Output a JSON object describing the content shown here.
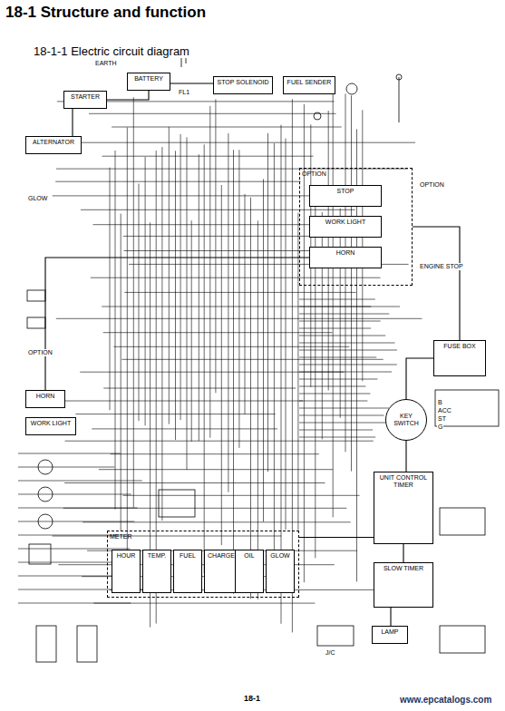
{
  "diagram": {
    "title": "18-1 Structure and function",
    "nodes": [
      {
        "text": [
          "STARTER"
        ]
      },
      {
        "text": [
          "ALTERNATOR"
        ]
      },
      {
        "text": [
          "BATTERY"
        ]
      },
      {
        "text": [
          "STOP SOLENOID"
        ]
      },
      {
        "text": [
          "FUEL SENDER"
        ]
      },
      {
        "text": [
          "OPTION"
        ]
      },
      {
        "text": [
          "STOP"
        ],
        "in": 5
      },
      {
        "text": [
          "WORK LIGHT"
        ],
        "in": 5
      },
      {
        "text": [
          "HORN"
        ],
        "in": 5
      },
      {
        "text": [
          "FUSE BOX"
        ]
      },
      {
        "text": [
          "KEY SWITCH"
        ]
      },
      {
        "text": [
          "UNIT CONTROL TIMER"
        ]
      },
      {
        "text": [
          "SLOW TIMER"
        ]
      },
      {
        "text": [
          "METER"
        ]
      },
      {
        "text": [
          "HOUR"
        ],
        "in": 13
      },
      {
        "text": [
          "TEMP."
        ],
        "in": 13
      },
      {
        "text": [
          "FUEL"
        ],
        "in": 13
      },
      {
        "text": [
          "CHARGE"
        ],
        "in": 13
      },
      {
        "text": [
          "OIL"
        ],
        "in": 13
      },
      {
        "text": [
          "GLOW"
        ],
        "in": 13
      },
      {
        "text": [
          "HORN"
        ]
      },
      {
        "text": [
          "WORK LIGHT"
        ]
      },
      {
        "text": [
          "LAMP"
        ]
      }
    ],
    "edges": [
      {
        "from": 2,
        "to": 0,
        "arrow": "none"
      },
      {
        "from": 1,
        "to": 0,
        "arrow": "none"
      },
      {
        "from": 3,
        "to": 2,
        "arrow": "none"
      },
      {
        "from": 9,
        "to": 5,
        "arrow": "none"
      },
      {
        "from": 10,
        "to": 9,
        "arrow": "none"
      },
      {
        "from": 10,
        "to": 11,
        "arrow": "none"
      },
      {
        "from": 11,
        "to": 12,
        "arrow": "none"
      },
      {
        "from": 13,
        "to": 11,
        "arrow": "none"
      },
      {
        "from": 20,
        "to": 8,
        "arrow": "none"
      },
      {
        "from": 12,
        "to": 22,
        "arrow": "none"
      }
    ],
    "labels": [
      "18-1-1 Electric circuit diagram",
      "18-1",
      "www.epcatalogs.com",
      "EARTH",
      "FL1",
      "GLOW",
      "OPTION",
      "B",
      "ACC",
      "ST",
      "G",
      "OPTION",
      "ENGINE STOP",
      "J/C"
    ]
  }
}
